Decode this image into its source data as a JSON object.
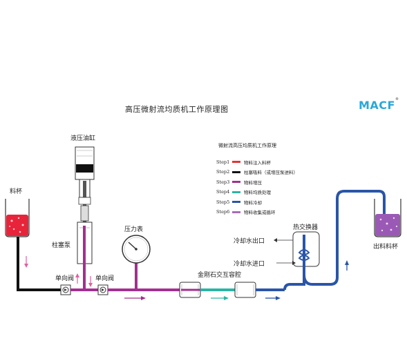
{
  "title": "高压微射流均质机工作原理图",
  "brand": {
    "text": "MACF",
    "mark": "®"
  },
  "legend": {
    "heading": "微射流高压均质机工作原理",
    "steps": [
      {
        "step": "Step1",
        "text": "物料注入料杯",
        "color": "#e63333"
      },
      {
        "step": "Step2",
        "text": "柱塞吸料（或增压泵进料）",
        "color": "#111111"
      },
      {
        "step": "Step3",
        "text": "物料增压",
        "color": "#a2308f"
      },
      {
        "step": "Step4",
        "text": "物料均质处理",
        "color": "#2bb5a3"
      },
      {
        "step": "Step5",
        "text": "物料冷却",
        "color": "#2a55a8"
      },
      {
        "step": "Step6",
        "text": "物料收集或循环",
        "color": "#a86cb8"
      }
    ]
  },
  "labels": {
    "feed_cup": "料杯",
    "hydraulic_cylinder": "液压油缸",
    "plunger_pump": "柱塞泵",
    "pressure_gauge": "压力表",
    "check_valve_1": "单向阀",
    "check_valve_2": "单向阀",
    "diamond_chamber": "金刚石交互容腔",
    "heat_exchanger": "热交换器",
    "cooling_water_out": "冷却水出口",
    "cooling_water_in": "冷却水进口",
    "output_cup": "出料料杯"
  },
  "colors": {
    "pipe_black": "#111111",
    "pipe_purple": "#a2308f",
    "pipe_blue": "#2a55a8",
    "liquid_red": "#e8243a",
    "liquid_purple": "#9b59b6",
    "arrow_pink": "#e05fa0",
    "arrow_blue": "#2a55a8",
    "chamber_teal": "#2bb5a3"
  }
}
